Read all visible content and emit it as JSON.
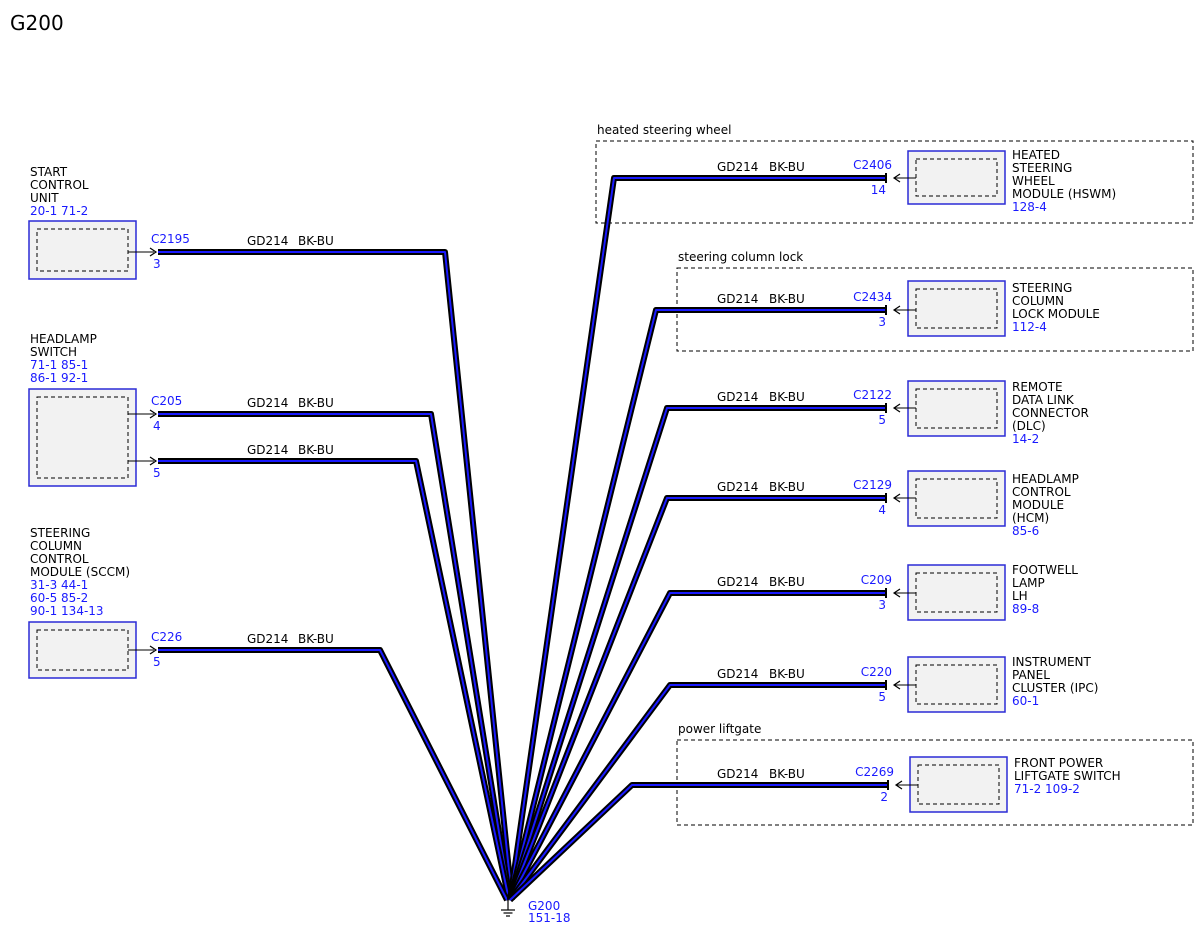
{
  "title": "G200",
  "colors": {
    "wire_outer": "#000000",
    "wire_inner": "#1a1aff",
    "ref": "#1a1aff",
    "box_fill": "#f2f2f2",
    "box_border": "#2b2bd6"
  },
  "left_modules": [
    {
      "id": "scu",
      "name_lines": [
        "START",
        "CONTROL",
        "UNIT"
      ],
      "ref_lines": [
        "20-1    71-2"
      ],
      "connections": [
        {
          "connector": "C2195",
          "pin": "3",
          "wire": "GD214",
          "color": "BK-BU"
        }
      ]
    },
    {
      "id": "hls",
      "name_lines": [
        "HEADLAMP",
        "SWITCH"
      ],
      "ref_lines": [
        "71-1    85-1",
        "86-1    92-1"
      ],
      "connections": [
        {
          "connector": "C205",
          "pin": "4",
          "wire": "GD214",
          "color": "BK-BU"
        },
        {
          "connector": "",
          "pin": "5",
          "wire": "GD214",
          "color": "BK-BU"
        }
      ]
    },
    {
      "id": "sccm",
      "name_lines": [
        "STEERING",
        "COLUMN",
        "CONTROL",
        "MODULE (SCCM)"
      ],
      "ref_lines": [
        "31-3    44-1",
        "60-5    85-2",
        "90-1    134-13"
      ],
      "connections": [
        {
          "connector": "C226",
          "pin": "5",
          "wire": "GD214",
          "color": "BK-BU"
        }
      ]
    }
  ],
  "right_modules": [
    {
      "id": "hswm",
      "section": "heated steering wheel",
      "name_lines": [
        "HEATED",
        "STEERING",
        "WHEEL",
        "MODULE (HSWM)"
      ],
      "ref_lines": [
        "128-4"
      ],
      "connection": {
        "connector": "C2406",
        "pin": "14",
        "wire": "GD214",
        "color": "BK-BU"
      }
    },
    {
      "id": "sclm",
      "section": "steering column lock",
      "name_lines": [
        "STEERING",
        "COLUMN",
        "LOCK MODULE"
      ],
      "ref_lines": [
        "112-4"
      ],
      "connection": {
        "connector": "C2434",
        "pin": "3",
        "wire": "GD214",
        "color": "BK-BU"
      }
    },
    {
      "id": "dlc",
      "section": "",
      "name_lines": [
        "REMOTE",
        "DATA LINK",
        "CONNECTOR",
        "(DLC)"
      ],
      "ref_lines": [
        "14-2"
      ],
      "connection": {
        "connector": "C2122",
        "pin": "5",
        "wire": "GD214",
        "color": "BK-BU"
      }
    },
    {
      "id": "hcm",
      "section": "",
      "name_lines": [
        "HEADLAMP",
        "CONTROL",
        "MODULE",
        "(HCM)"
      ],
      "ref_lines": [
        "85-6"
      ],
      "connection": {
        "connector": "C2129",
        "pin": "4",
        "wire": "GD214",
        "color": "BK-BU"
      }
    },
    {
      "id": "fwl",
      "section": "",
      "name_lines": [
        "FOOTWELL",
        "LAMP",
        "LH"
      ],
      "ref_lines": [
        "89-8"
      ],
      "connection": {
        "connector": "C209",
        "pin": "3",
        "wire": "GD214",
        "color": "BK-BU"
      }
    },
    {
      "id": "ipc",
      "section": "",
      "name_lines": [
        "INSTRUMENT",
        "PANEL",
        "CLUSTER (IPC)"
      ],
      "ref_lines": [
        "60-1"
      ],
      "connection": {
        "connector": "C220",
        "pin": "5",
        "wire": "GD214",
        "color": "BK-BU"
      }
    },
    {
      "id": "fpls",
      "section": "power liftgate",
      "name_lines": [
        "FRONT POWER",
        "LIFTGATE SWITCH"
      ],
      "ref_lines": [
        "71-2    109-2"
      ],
      "connection": {
        "connector": "C2269",
        "pin": "2",
        "wire": "GD214",
        "color": "BK-BU"
      }
    }
  ],
  "ground": {
    "name": "G200",
    "ref": "151-18"
  }
}
